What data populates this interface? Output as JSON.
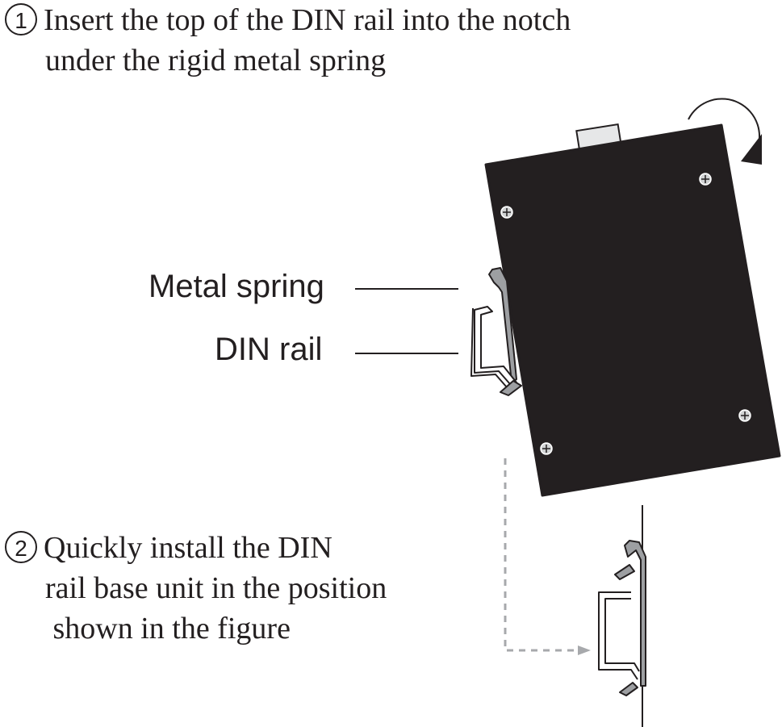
{
  "step1": {
    "number": "1",
    "lines": [
      "Insert the top of the DIN rail into the notch",
      "under the rigid metal spring"
    ]
  },
  "step2": {
    "number": "2",
    "lines": [
      "Quickly install the DIN",
      "rail base unit in the position",
      " shown in the figure"
    ]
  },
  "labels": {
    "metal_spring": "Metal spring",
    "din_rail": "DIN rail"
  },
  "colors": {
    "device_body": "#231f20",
    "text": "#231f20",
    "arrow_dashed": "#a7a9ac",
    "rail_gray": "#9d9fa2"
  }
}
